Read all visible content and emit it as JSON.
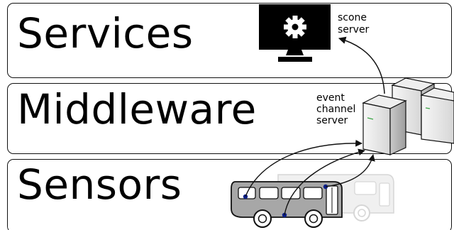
{
  "layers": {
    "services": {
      "title": "Services"
    },
    "middleware": {
      "title": "Middleware"
    },
    "sensors": {
      "title": "Sensors"
    }
  },
  "nodes": {
    "scone_server": {
      "label_lines": [
        "scone",
        "server"
      ],
      "icon": "gear-monitor-icon"
    },
    "event_channel_server": {
      "label_lines": [
        "event",
        "channel",
        "server"
      ],
      "icon": "server-tower-icon"
    }
  },
  "vehicles": {
    "primary": {
      "icon": "bus-icon"
    },
    "background": {
      "icon": "bus-icon"
    }
  },
  "colors": {
    "outline": "#111111",
    "bus_fill": "#a7a7a7",
    "bus_ghost": "#c9c9c9",
    "sensor_dot": "#0b1f8a",
    "server_light": "#f3f3f3",
    "server_shadow": "#cfcfcf"
  }
}
